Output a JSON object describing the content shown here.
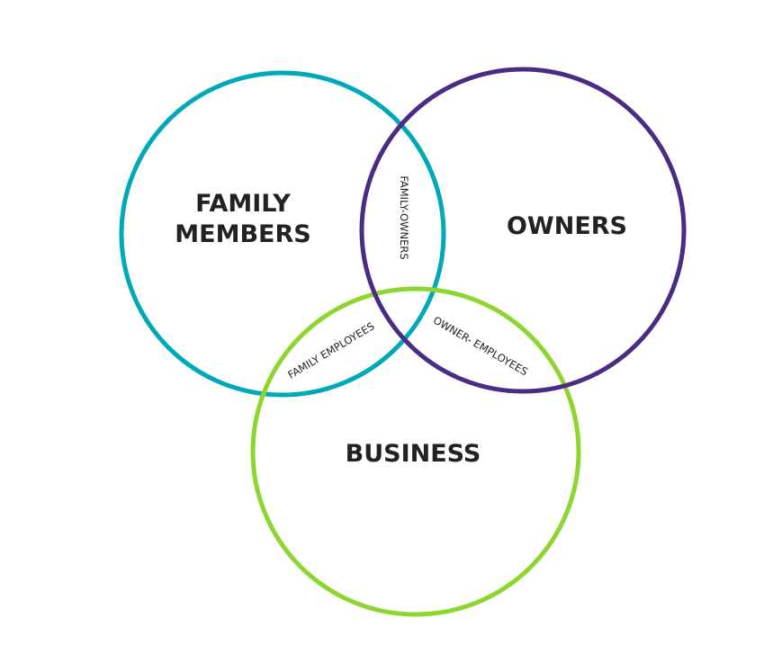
{
  "colors": {
    "family": "#00a9b7",
    "owners": "#4b2c84",
    "business": "#8dd630"
  },
  "sets": {
    "family_line1": "FAMILY",
    "family_line2": "MEMBERS",
    "owners": "OWNERS",
    "business": "BUSINESS"
  },
  "intersections": {
    "family_owners": "FAMILY-OWNERS",
    "family_employees": "FAMILY EMPLOYEES",
    "owner_employees": "OWNER- EMPLOYEES"
  }
}
